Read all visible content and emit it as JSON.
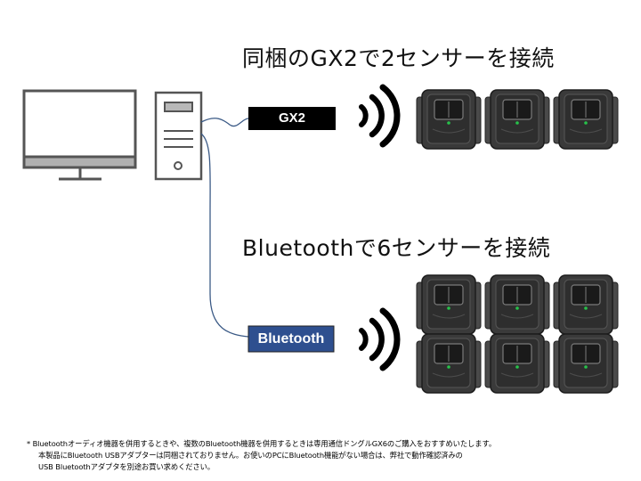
{
  "headings": {
    "gx2_section": "同梱のGX2で2センサーを接続",
    "bluetooth_section": "Bluetoothで6センサーを接続"
  },
  "dongles": {
    "gx2_label": "GX2",
    "bluetooth_label": "Bluetooth"
  },
  "footnote": {
    "line1": "* Bluetoothオーディオ機器を併用するときや、複数のBluetooth機器を併用するときは専用通信ドングルGX6のご購入をおすすめいたします。",
    "line2": "本製品にBluetooth USBアダプターは同梱されておりません。お使いのPCにBluetooth機能がない場合は、弊社で動作確認済みの",
    "line3": "USB Bluetoothアダプタを別途お買い求めください。"
  },
  "colors": {
    "gx2_dongle": "#000000",
    "bluetooth_dongle": "#2e4f8f",
    "cable": "#3b5a86",
    "sensor_body": "#3a3a3a",
    "sensor_led": "#27c24a"
  },
  "icons": {
    "computer": "desktop-pc-icon",
    "signal": "wireless-signal-icon",
    "sensor": "motion-sensor-icon"
  }
}
